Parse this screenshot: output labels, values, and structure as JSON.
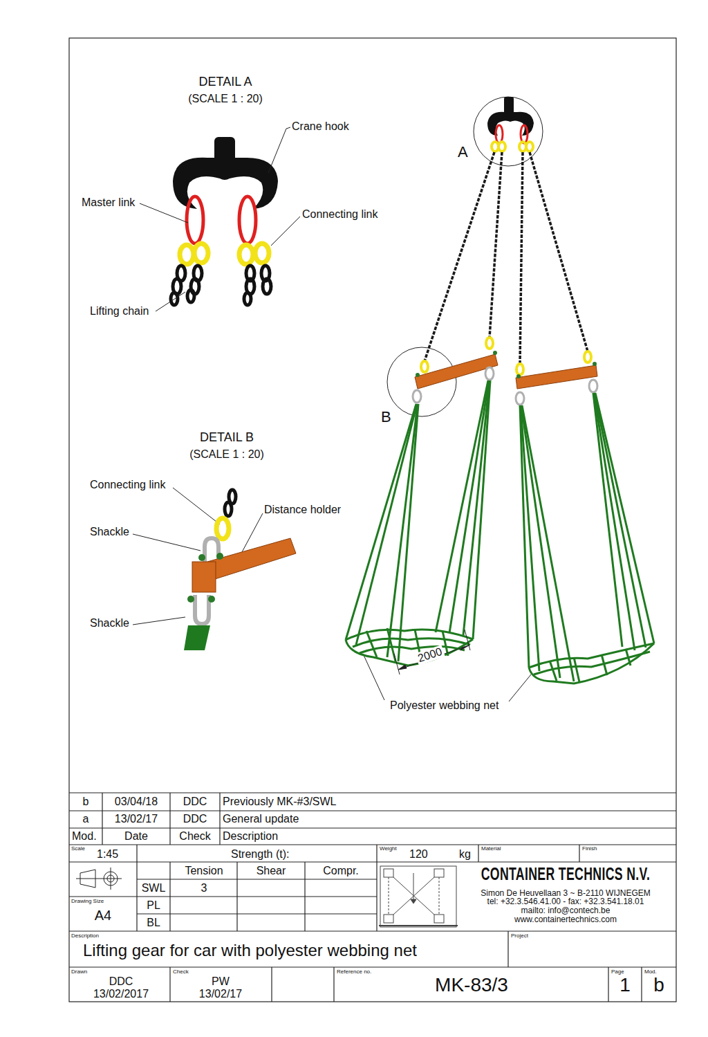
{
  "diagram": {
    "labels": [
      "DETAIL A",
      "(SCALE 1 : 20)",
      "Crane hook",
      "Master link",
      "Connecting link",
      "Lifting chain",
      "A",
      "DETAIL B",
      "(SCALE 1 : 20)",
      "Connecting link",
      "Distance holder",
      "Shackle",
      "Shackle",
      "B",
      "2000",
      "Polyester webbing net",
      "b",
      "03/04/18",
      "DDC",
      "Previously MK-#3/SWL",
      "a",
      "13/02/17",
      "DDC",
      "General update",
      "Mod.",
      "Date",
      "Check",
      "Description",
      "Scale",
      "1:45",
      "Strength (t):",
      "Weight",
      "120",
      "kg",
      "Material",
      "Finish",
      "Tension",
      "Shear",
      "Compr.",
      "SWL",
      "3",
      "Drawing Size",
      "A4",
      "PL",
      "BL",
      "CONTAINER TECHNICS N.V.",
      "Simon De Heuvellaan 3 ~ B-2110 WIJNEGEM",
      "tel: +32.3.546.41.00 - fax: +32.3.541.18.01",
      "mailto: info@contech.be",
      "www.containertechnics.com",
      "Description",
      "Lifting gear for car with polyester webbing net",
      "Project",
      "Drawn",
      "DDC",
      "13/02/2017",
      "Check",
      "PW",
      "13/02/17",
      "Reference no.",
      "MK-83/3",
      "Page",
      "1",
      "Mod.",
      "b"
    ]
  }
}
